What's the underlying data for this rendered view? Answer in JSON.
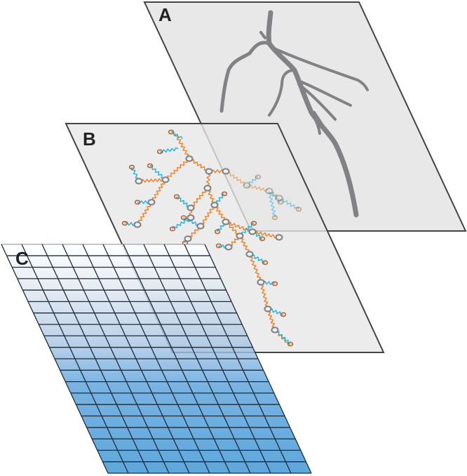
{
  "panels": [
    {
      "id": "A",
      "label": "A"
    },
    {
      "id": "B",
      "label": "B"
    },
    {
      "id": "C",
      "label": "C"
    }
  ],
  "grid": {
    "rows": 20,
    "cols": 10
  },
  "colors": {
    "panel_fill": "#e8e8e8",
    "panel_stroke": "#444444",
    "vessel": "#808285",
    "network_orange": "#f07f1e",
    "network_cyan": "#1cb4e5",
    "network_node": "#7f8082",
    "grid_top": "#ffffff",
    "grid_bottom": "#3e96d6",
    "grid_line": "#1e2b38"
  }
}
